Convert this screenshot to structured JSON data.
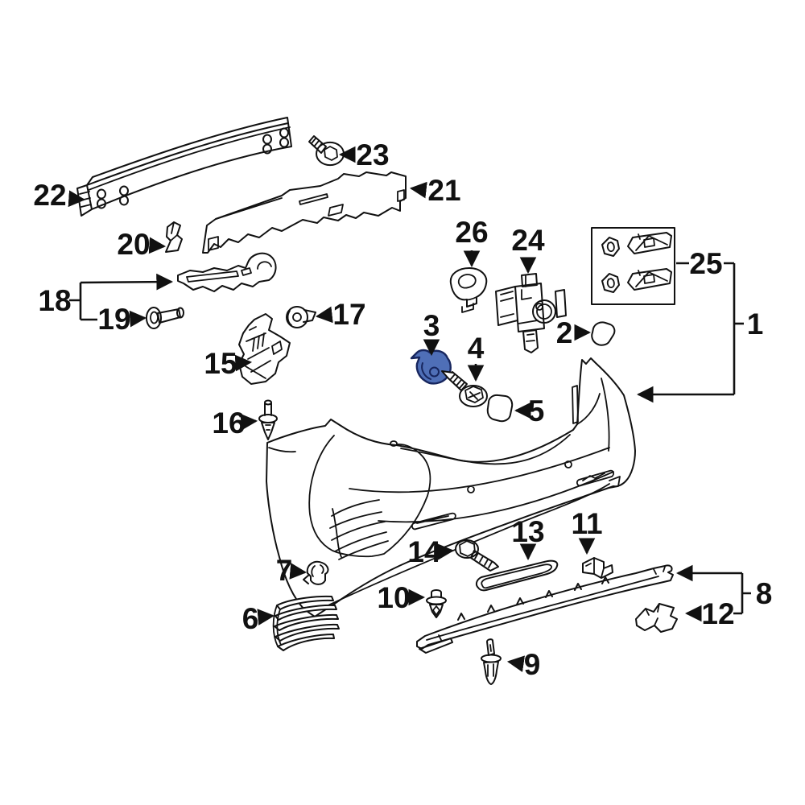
{
  "diagram_type": "exploded-parts-diagram",
  "subject": "rear bumper assembly",
  "colors": {
    "background": "#ffffff",
    "line": "#111111",
    "highlight_fill": "#4f6fb7",
    "highlight_stroke": "#17265e"
  },
  "callouts": {
    "c1": {
      "label": "1"
    },
    "c2": {
      "label": "2"
    },
    "c3": {
      "label": "3"
    },
    "c4": {
      "label": "4"
    },
    "c5": {
      "label": "5"
    },
    "c6": {
      "label": "6"
    },
    "c7": {
      "label": "7"
    },
    "c8": {
      "label": "8"
    },
    "c9": {
      "label": "9"
    },
    "c10": {
      "label": "10"
    },
    "c11": {
      "label": "11"
    },
    "c12": {
      "label": "12"
    },
    "c13": {
      "label": "13"
    },
    "c14": {
      "label": "14"
    },
    "c15": {
      "label": "15"
    },
    "c16": {
      "label": "16"
    },
    "c17": {
      "label": "17"
    },
    "c18": {
      "label": "18"
    },
    "c19": {
      "label": "19"
    },
    "c20": {
      "label": "20"
    },
    "c21": {
      "label": "21"
    },
    "c22": {
      "label": "22"
    },
    "c23": {
      "label": "23"
    },
    "c24": {
      "label": "24"
    },
    "c25": {
      "label": "25"
    },
    "c26": {
      "label": "26"
    }
  }
}
